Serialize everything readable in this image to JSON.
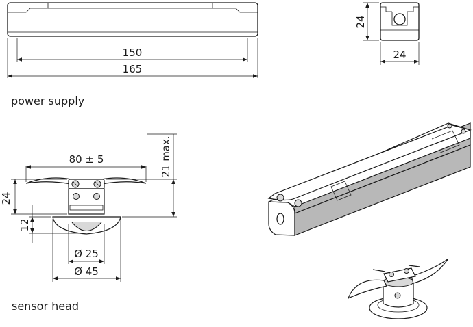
{
  "power_supply": {
    "caption": "power supply",
    "dim_inner_length": "150",
    "dim_total_length": "165",
    "dim_height": "24",
    "dim_width": "24"
  },
  "sensor_head": {
    "caption": "sensor head",
    "dim_span": "80 ± 5",
    "dim_max_height": "21 max.",
    "dim_body_height": "24",
    "dim_cap_height": "12",
    "dim_small_dia": "Ø 25",
    "dim_large_dia": "Ø 45"
  }
}
